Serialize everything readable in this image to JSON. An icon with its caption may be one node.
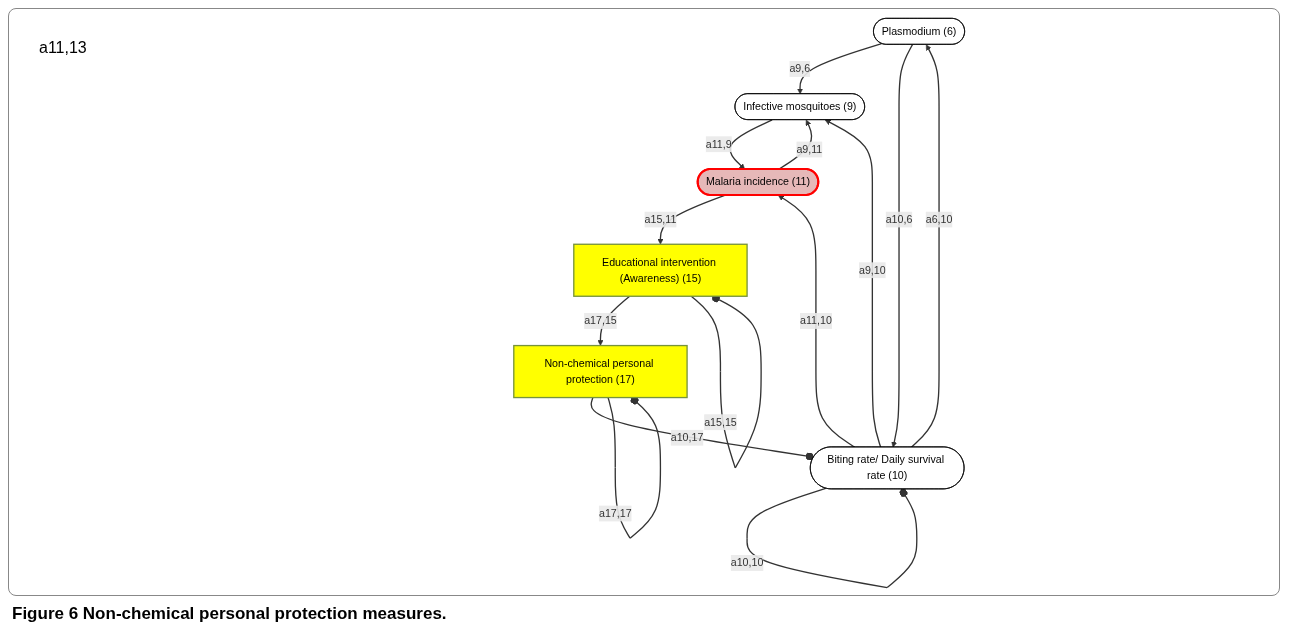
{
  "diagram": {
    "caption": "Figure 6 Non-chemical personal protection measures.",
    "nodes": [
      {
        "text": [
          "Plasmodium (6)"
        ]
      },
      {
        "text": [
          "Infective mosquitoes (9)"
        ]
      },
      {
        "text": [
          "Biting rate/ Daily survival rate (10)"
        ]
      },
      {
        "text": [
          "Malaria incidence (11)"
        ]
      },
      {
        "text": [
          "Educational intervention (Awareness) (15)"
        ]
      },
      {
        "text": [
          "Non-chemical personal protection (17)"
        ]
      }
    ],
    "edges": [
      {
        "from": 0,
        "to": 1,
        "arrow": "to",
        "label": "a9,6"
      },
      {
        "from": 0,
        "to": 2,
        "arrow": "to",
        "label": "a10,6"
      },
      {
        "from": 2,
        "to": 0,
        "arrow": "to",
        "label": "a6,10"
      },
      {
        "from": 2,
        "to": 2,
        "arrow": "other",
        "label": "a10,10"
      },
      {
        "from": 2,
        "to": 1,
        "arrow": "to",
        "label": "a9,10"
      },
      {
        "from": 1,
        "to": 3,
        "arrow": "to",
        "label": "a11,9"
      },
      {
        "from": 3,
        "to": 1,
        "arrow": "to",
        "label": "a9,11"
      },
      {
        "from": 2,
        "to": 3,
        "arrow": "to",
        "label": "a11,10"
      },
      {
        "from": 5,
        "to": 2,
        "arrow": "other",
        "label": "a10,17"
      },
      {
        "from": 3,
        "to": 4,
        "arrow": "to",
        "label": "a15,11"
      },
      {
        "from": 4,
        "to": 5,
        "arrow": "to",
        "label": "a17,15"
      },
      {
        "from": 5,
        "to": 5,
        "arrow": "other",
        "label": "a17,17"
      },
      {
        "from": 4,
        "to": 4,
        "arrow": "other",
        "label": "a15,15"
      }
    ],
    "labels": [
      "a11,13"
    ]
  }
}
